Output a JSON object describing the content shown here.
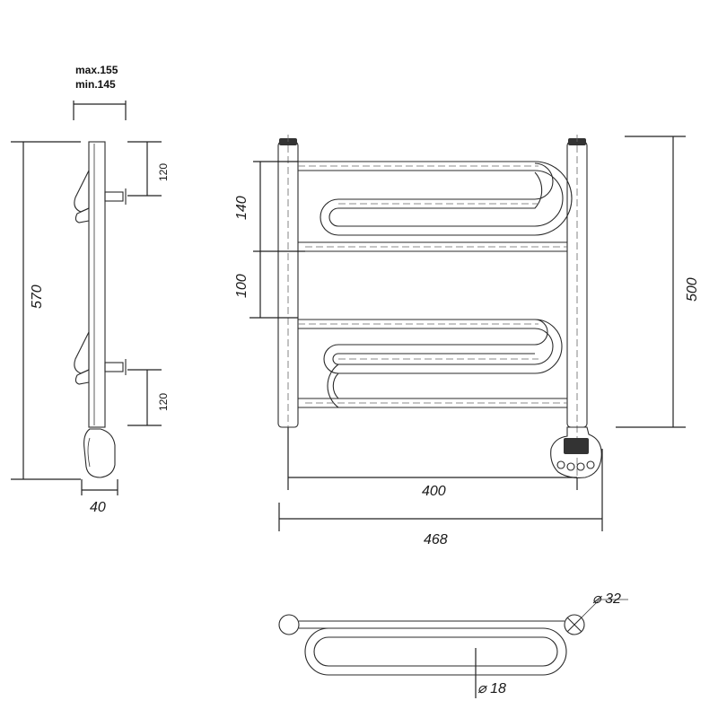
{
  "colors": {
    "line": "#2a2a2a",
    "background": "#ffffff",
    "display": "#333333"
  },
  "side_view": {
    "depth_max": "max.155",
    "depth_min": "min.145",
    "height_total": "570",
    "mount_upper": "120",
    "mount_lower": "120",
    "thermostat_width": "40"
  },
  "front_view": {
    "spacing_upper": "140",
    "spacing_middle": "100",
    "axis_width": "400",
    "overall_width": "468",
    "height": "500"
  },
  "top_view": {
    "riser_diameter": "⌀ 32",
    "tube_diameter": "⌀ 18"
  }
}
